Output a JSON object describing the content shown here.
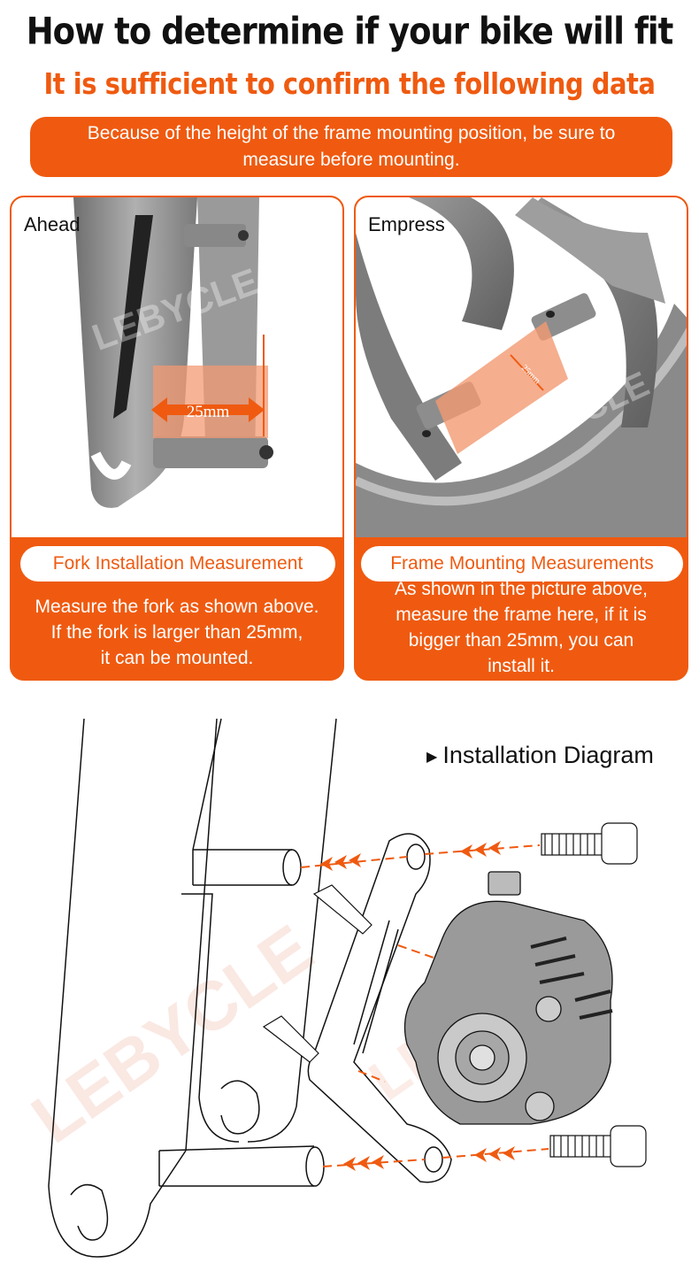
{
  "header": {
    "title": "How to determine if your bike will fit",
    "subtitle": "It is sufficient to confirm the following data",
    "notice_line1": "Because of the height of the frame mounting position, be sure to",
    "notice_line2": "measure before mounting."
  },
  "cards": {
    "fork": {
      "label": "Ahead",
      "dimension": "25mm",
      "heading": "Fork Installation Measurement",
      "desc_line1": "Measure the fork as shown above.",
      "desc_line2": "If the fork is larger than 25mm,",
      "desc_line3": "it can be mounted."
    },
    "frame": {
      "label": "Empress",
      "dimension": "25mm",
      "heading": "Frame Mounting Measurements",
      "desc_line1": "As shown in the picture above,",
      "desc_line2": "measure the frame here, if it is",
      "desc_line3": "bigger than 25mm, you can",
      "desc_line4": "install it."
    }
  },
  "diagram": {
    "title": "Installation Diagram",
    "watermark": "LEBYCLE"
  },
  "colors": {
    "accent": "#ef5a10",
    "text": "#111111",
    "metal": "#8c8c8c"
  }
}
